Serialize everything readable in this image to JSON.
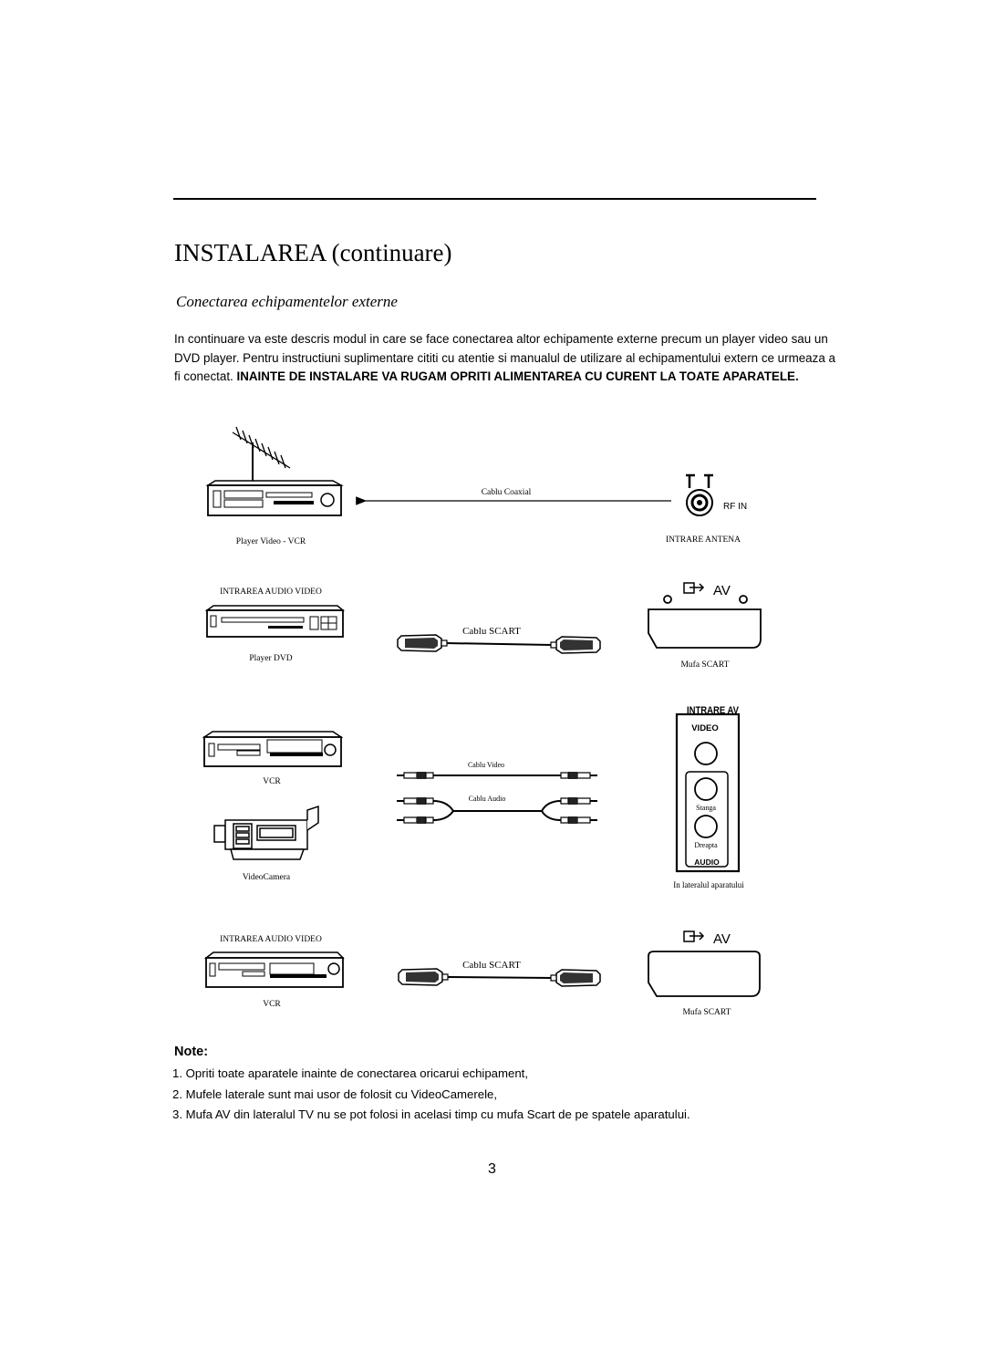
{
  "header": {
    "title": "INSTALAREA (continuare)",
    "subtitle": "Conectarea echipamentelor externe"
  },
  "intro": {
    "text": "In continuare va este descris modul in care se face conectarea altor echipamente externe precum un player video sau un DVD player. Pentru instructiuni suplimentare cititi cu atentie si manualul de utilizare al echipamentului extern ce urmeaza a fi conectat. ",
    "warning": "INAINTE DE INSTALARE VA RUGAM OPRITI ALIMENTAREA CU CURENT LA TOATE APARATELE."
  },
  "diagram": {
    "row1": {
      "device_label": "Player Video - VCR",
      "cable_label": "Cablu Coaxial",
      "port_text": "RF IN",
      "port_label": "INTRARE ANTENA"
    },
    "row2": {
      "input_label": "INTRAREA AUDIO VIDEO",
      "device_label": "Player DVD",
      "cable_label": "Cablu SCART",
      "av_text": "AV",
      "port_label": "Mufa SCART"
    },
    "row3": {
      "device1_label": "VCR",
      "device2_label": "VideoCamera",
      "video_cable_label": "Cablu Video",
      "audio_cable_label": "Cablu Audio",
      "panel_title": "INTRARE AV",
      "panel_video": "VIDEO",
      "panel_left": "Stanga",
      "panel_right": "Dreapta",
      "panel_audio": "AUDIO",
      "panel_caption": "In lateralul aparatului"
    },
    "row4": {
      "input_label": "INTRAREA AUDIO VIDEO",
      "device_label": "VCR",
      "cable_label": "Cablu SCART",
      "av_text": "AV",
      "port_label": "Mufa SCART"
    }
  },
  "note": {
    "heading": "Note:",
    "items": [
      "1. Opriti toate aparatele inainte de conectarea oricarui echipament,",
      "2. Mufele laterale sunt mai usor de folosit cu VideoCamerele,",
      "3. Mufa AV din lateralul TV nu se pot folosi in acelasi timp cu mufa Scart de pe spatele aparatului."
    ]
  },
  "page_number": "3"
}
